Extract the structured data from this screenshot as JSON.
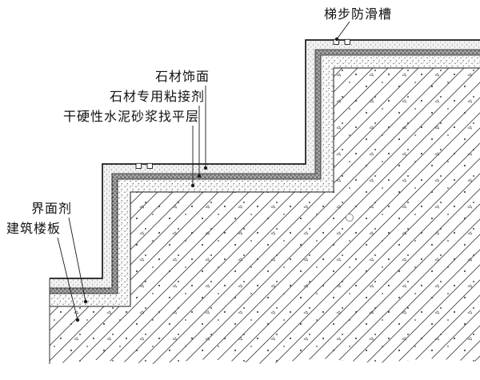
{
  "diagram": {
    "type": "construction-detail-stair-stone-finish",
    "labels": {
      "groove": "梯步防滑槽",
      "stone": "石材饰面",
      "adhesive": "石材专用粘接剂",
      "mortar": "干硬性水泥砂浆找平层",
      "primer": "界面剂",
      "slab": "建筑楼板"
    },
    "colors": {
      "line": "#1a1a1a",
      "hatch": "#3f3f3f",
      "adhesive_band": "#9f9f9f",
      "background": "#ffffff"
    }
  }
}
